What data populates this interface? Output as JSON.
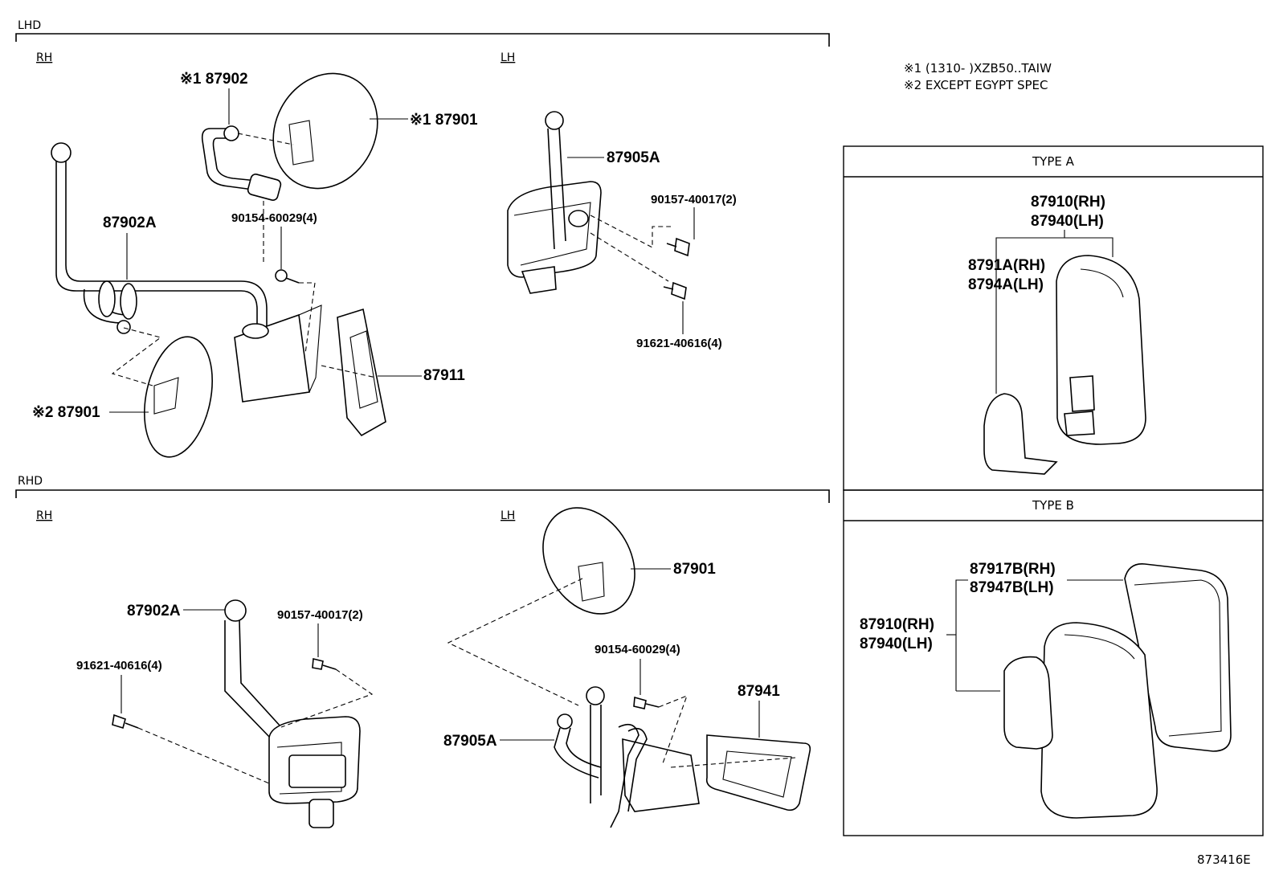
{
  "sections": {
    "lhd": "LHD",
    "rhd": "RHD",
    "rh": "RH",
    "lh": "LH"
  },
  "notes": {
    "note1": "※1 (1310-        )XZB50..TAIW",
    "note2": "※2 EXCEPT EGYPT SPEC"
  },
  "type_boxes": {
    "type_a": "TYPE A",
    "type_b": "TYPE B"
  },
  "labels": {
    "lhd_rh_87902": "※1 87902",
    "lhd_rh_87901_top": "※1 87901",
    "lhd_rh_87902A": "87902A",
    "lhd_rh_90154": "90154-60029(4)",
    "lhd_rh_87911": "87911",
    "lhd_rh_87901_bottom": "※2 87901",
    "lhd_lh_87905A": "87905A",
    "lhd_lh_90157": "90157-40017(2)",
    "lhd_lh_91621": "91621-40616(4)",
    "typea_87910": "87910(RH)",
    "typea_87940": "87940(LH)",
    "typea_8791A": "8791A(RH)",
    "typea_8794A": "8794A(LH)",
    "typeb_87917B": "87917B(RH)",
    "typeb_87947B": "87947B(LH)",
    "typeb_87910": "87910(RH)",
    "typeb_87940": "87940(LH)",
    "rhd_rh_87902A": "87902A",
    "rhd_rh_90157": "90157-40017(2)",
    "rhd_rh_91621": "91621-40616(4)",
    "rhd_lh_87901": "87901",
    "rhd_lh_90154": "90154-60029(4)",
    "rhd_lh_87941": "87941",
    "rhd_lh_87905A": "87905A"
  },
  "figure_id": "873416E"
}
